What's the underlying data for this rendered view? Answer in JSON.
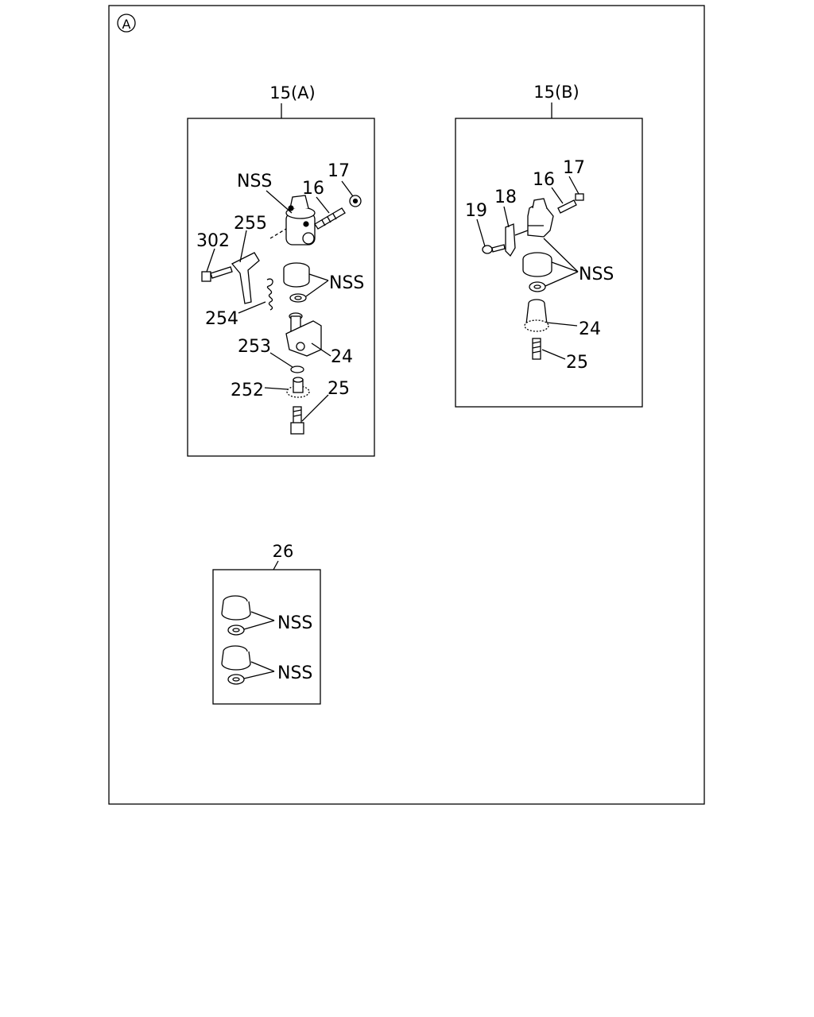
{
  "sheet_marker": "A",
  "panels": {
    "a": {
      "title": "15(A)",
      "labels": {
        "nss_top": "NSS",
        "p17": "17",
        "p16": "16",
        "p255": "255",
        "p302": "302",
        "nss_mid": "NSS",
        "p254": "254",
        "p253": "253",
        "p24": "24",
        "p252": "252",
        "p25": "25"
      }
    },
    "b": {
      "title": "15(B)",
      "labels": {
        "p17": "17",
        "p16": "16",
        "p18": "18",
        "p19": "19",
        "nss": "NSS",
        "p24": "24",
        "p25": "25"
      }
    },
    "c": {
      "title": "26",
      "labels": {
        "nss1": "NSS",
        "nss2": "NSS"
      }
    }
  }
}
